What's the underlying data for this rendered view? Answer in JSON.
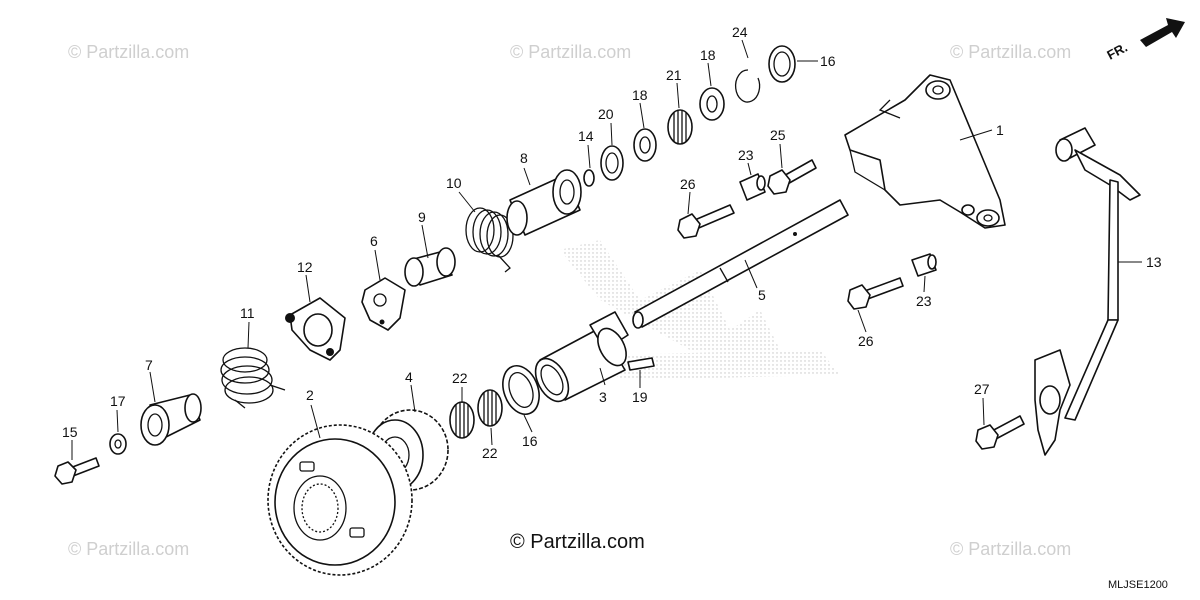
{
  "watermark": "© Partzilla.com",
  "copyright": "© Partzilla.com",
  "diagram_code": "MLJSE1200",
  "direction_label": "FR.",
  "colors": {
    "line": "#111111",
    "watermark": "#cfcfcf",
    "background": "#ffffff"
  },
  "callouts": {
    "p1": "1",
    "p2": "2",
    "p3": "3",
    "p4": "4",
    "p5": "5",
    "p6": "6",
    "p7": "7",
    "p8": "8",
    "p9": "9",
    "p10": "10",
    "p11": "11",
    "p12": "12",
    "p13": "13",
    "p14": "14",
    "p15": "15",
    "p16a": "16",
    "p16b": "16",
    "p17": "17",
    "p18a": "18",
    "p18b": "18",
    "p19": "19",
    "p20": "20",
    "p21": "21",
    "p22a": "22",
    "p22b": "22",
    "p23a": "23",
    "p23b": "23",
    "p24": "24",
    "p25": "25",
    "p26a": "26",
    "p26b": "26",
    "p27": "27"
  }
}
